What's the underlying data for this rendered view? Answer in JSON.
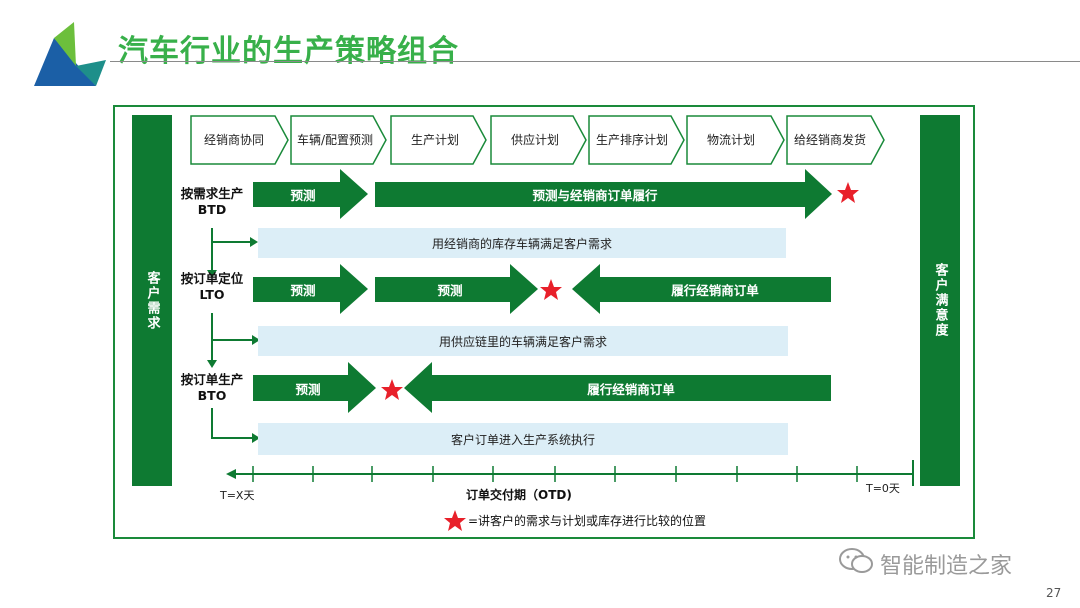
{
  "title": "汽车行业的生产策略组合",
  "left_bar": "客户需求",
  "right_bar": "客户满意度",
  "process_steps": [
    {
      "label": "经销商协同"
    },
    {
      "label": "车辆/配置预测"
    },
    {
      "label": "生产计划"
    },
    {
      "label": "供应计划"
    },
    {
      "label": "生产排序计划"
    },
    {
      "label": "物流计划"
    },
    {
      "label": "给经销商发货"
    }
  ],
  "btd": {
    "label_cn": "按需求生产",
    "label_en": "BTD",
    "forecast": "预测",
    "fulfill": "预测与经销商订单履行"
  },
  "band1": "用经销商的库存车辆满足客户需求",
  "lto": {
    "label_cn": "按订单定位",
    "label_en": "LTO",
    "forecast1": "预测",
    "forecast2": "预测",
    "order": "履行经销商订单"
  },
  "band2": "用供应链里的车辆满足客户需求",
  "bto": {
    "label_cn": "按订单生产",
    "label_en": "BTO",
    "forecast": "预测",
    "order": "履行经销商订单"
  },
  "band3": "客户订单进入生产系统执行",
  "timeline": {
    "start_label": "T=X天",
    "end_label": "T=0天",
    "axis_label": "订单交付期（OTD)"
  },
  "legend_text": "=讲客户的需求与计划或库存进行比较的位置",
  "watermark": "智能制造之家",
  "page_number": "27",
  "colors": {
    "dark_green": "#0e7a32",
    "title_green": "#38b04a",
    "band_blue": "#dceef7",
    "star_red": "#e8202a",
    "logo_blue": "#1b5fa6",
    "logo_teal": "#1e8f8a",
    "logo_green": "#6cbf3c"
  }
}
